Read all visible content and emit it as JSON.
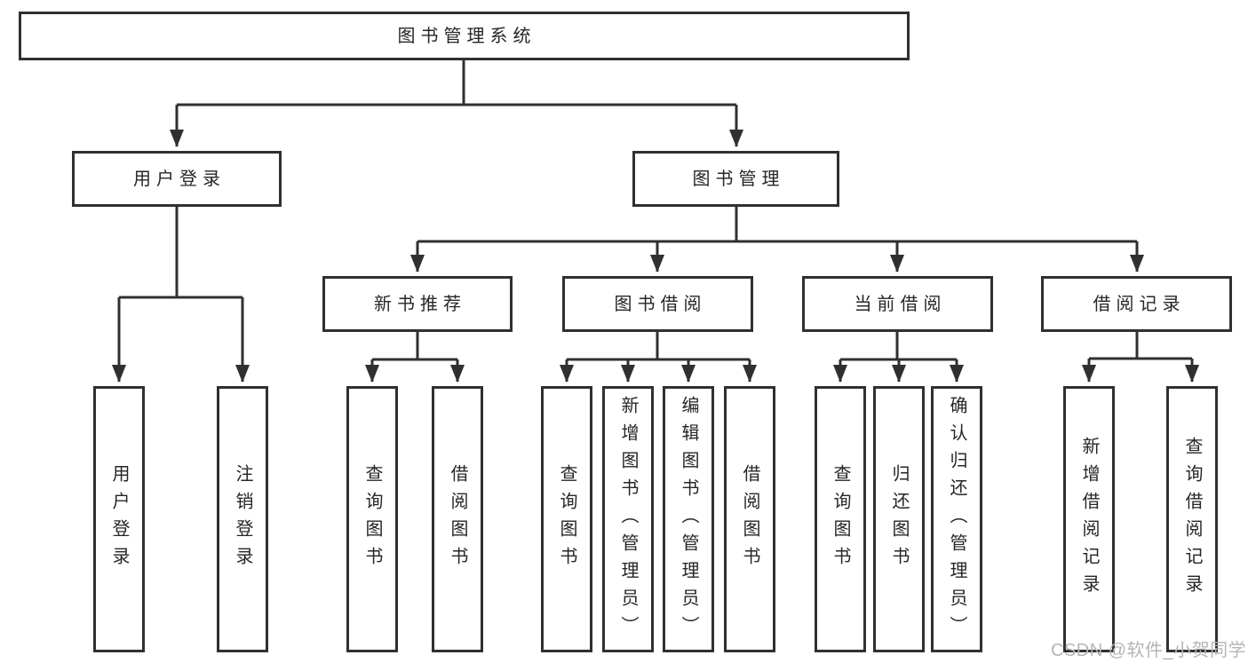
{
  "diagram_title": "图书管理系统",
  "tree": {
    "label": "图书管理系统",
    "children": [
      {
        "label": "用户登录",
        "children": [
          {
            "label": "用户登录"
          },
          {
            "label": "注销登录"
          }
        ]
      },
      {
        "label": "图书管理",
        "children": [
          {
            "label": "新书推荐",
            "children": [
              {
                "label": "查询图书"
              },
              {
                "label": "借阅图书"
              }
            ]
          },
          {
            "label": "图书借阅",
            "children": [
              {
                "label": "查询图书"
              },
              {
                "label": "新增图书（管理员）"
              },
              {
                "label": "编辑图书（管理员）"
              },
              {
                "label": "借阅图书"
              }
            ]
          },
          {
            "label": "当前借阅",
            "children": [
              {
                "label": "查询图书"
              },
              {
                "label": "归还图书"
              },
              {
                "label": "确认归还（管理员）"
              }
            ]
          },
          {
            "label": "借阅记录",
            "children": [
              {
                "label": "新增借阅记录"
              },
              {
                "label": "查询借阅记录"
              }
            ]
          }
        ]
      }
    ]
  },
  "watermark": {
    "text": "CSDN @软件_小贺同学"
  },
  "colors": {
    "line": "#303030",
    "node_border": "#303030",
    "node_text": "#262626",
    "background": "#ffffff",
    "watermark_text": "#b5b5b5"
  }
}
